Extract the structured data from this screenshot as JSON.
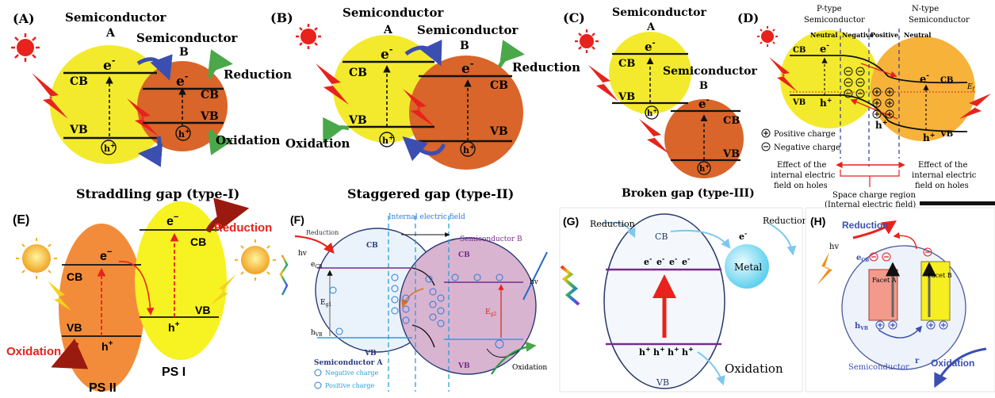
{
  "panels": {
    "A": {
      "label": "(A)",
      "semi_a": "Semiconductor",
      "a": "A",
      "semi_b": "Semiconductor",
      "b": "B",
      "cb": "CB",
      "vb": "VB",
      "e": "e",
      "h": "h",
      "minus": "-",
      "plus": "+",
      "reduction": "Reduction",
      "oxidation": "Oxidation",
      "caption": "Straddling gap (type-I)"
    },
    "B": {
      "label": "(B)",
      "semi_a": "Semiconductor",
      "a": "A",
      "semi_b": "Semiconductor",
      "b": "B",
      "cb": "CB",
      "vb": "VB",
      "e": "e",
      "h": "h",
      "minus": "-",
      "plus": "+",
      "reduction": "Reduction",
      "oxidation": "Oxidation",
      "caption": "Staggered gap (type-II)"
    },
    "C": {
      "label": "(C)",
      "semi_a": "Semiconductor",
      "a": "A",
      "semi_b": "Semiconductor",
      "b": "B",
      "cb": "CB",
      "vb": "VB",
      "e": "e",
      "h": "h",
      "minus": "-",
      "plus": "+",
      "caption": "Broken gap (type-III)"
    },
    "D": {
      "label": "(D)",
      "p_type": "P-type",
      "p_semi": "Semiconductor",
      "n_type": "N-type",
      "n_semi": "Semiconductor",
      "neutral": "Neutral",
      "negative": "Negative",
      "positive": "Positive",
      "cb": "CB",
      "vb": "VB",
      "ef": "E",
      "e": "e",
      "h": "h",
      "minus": "-",
      "plus": "+",
      "pos_charge": "Positive charge",
      "neg_charge": "Negative charge",
      "effect_1": "Effect of the",
      "effect_2": "internal electric",
      "effect_3": "field on holes",
      "scr_1": "Space charge region",
      "scr_2": "(Internal electric field)"
    },
    "E": {
      "label": "(E)",
      "reduction": "Reduction",
      "oxidation": "Oxidation",
      "cb": "CB",
      "vb": "VB",
      "e": "e",
      "h": "h",
      "minus": "−",
      "plus": "+",
      "ps1": "PS I",
      "ps2": "PS II"
    },
    "F": {
      "label": "(F)",
      "internal_field": "Internal electric field",
      "reduction": "Reduction",
      "hv": "hv",
      "semi_b": "Semiconductor B",
      "semi_a": "Semiconductor A",
      "cb": "CB",
      "vb": "VB",
      "ecb": "e",
      "hvb": "h",
      "eg1": "E",
      "eg2": "E",
      "oxidation": "Oxidation",
      "neg_charge": "Negative charge",
      "pos_charge": "Positive charge"
    },
    "G": {
      "label": "(G)",
      "reduction": "Reduction",
      "cb": "CB",
      "vb": "VB",
      "e": "e",
      "h": "h",
      "minus": "-",
      "plus": "+",
      "metal": "Metal",
      "oxidation": "Oxidation"
    },
    "H": {
      "label": "(H)",
      "reduction": "Reduction",
      "hv": "hv",
      "ecb": "e",
      "hvb": "h",
      "facet_a": "Facet A",
      "facet_b": "Facet B",
      "semiconductor": "Semiconductor",
      "r": "r",
      "oxidation": "Oxidation"
    }
  },
  "colors": {
    "yellow": "#f3ea2e",
    "brown": "#d9652a",
    "orange": "#f28c3a",
    "purple": "#7a2a8a",
    "pink": "#d8b4d0",
    "blue_arrow": "#3b4fb0",
    "green_arrow": "#4aa84a",
    "red": "#e8221c"
  }
}
